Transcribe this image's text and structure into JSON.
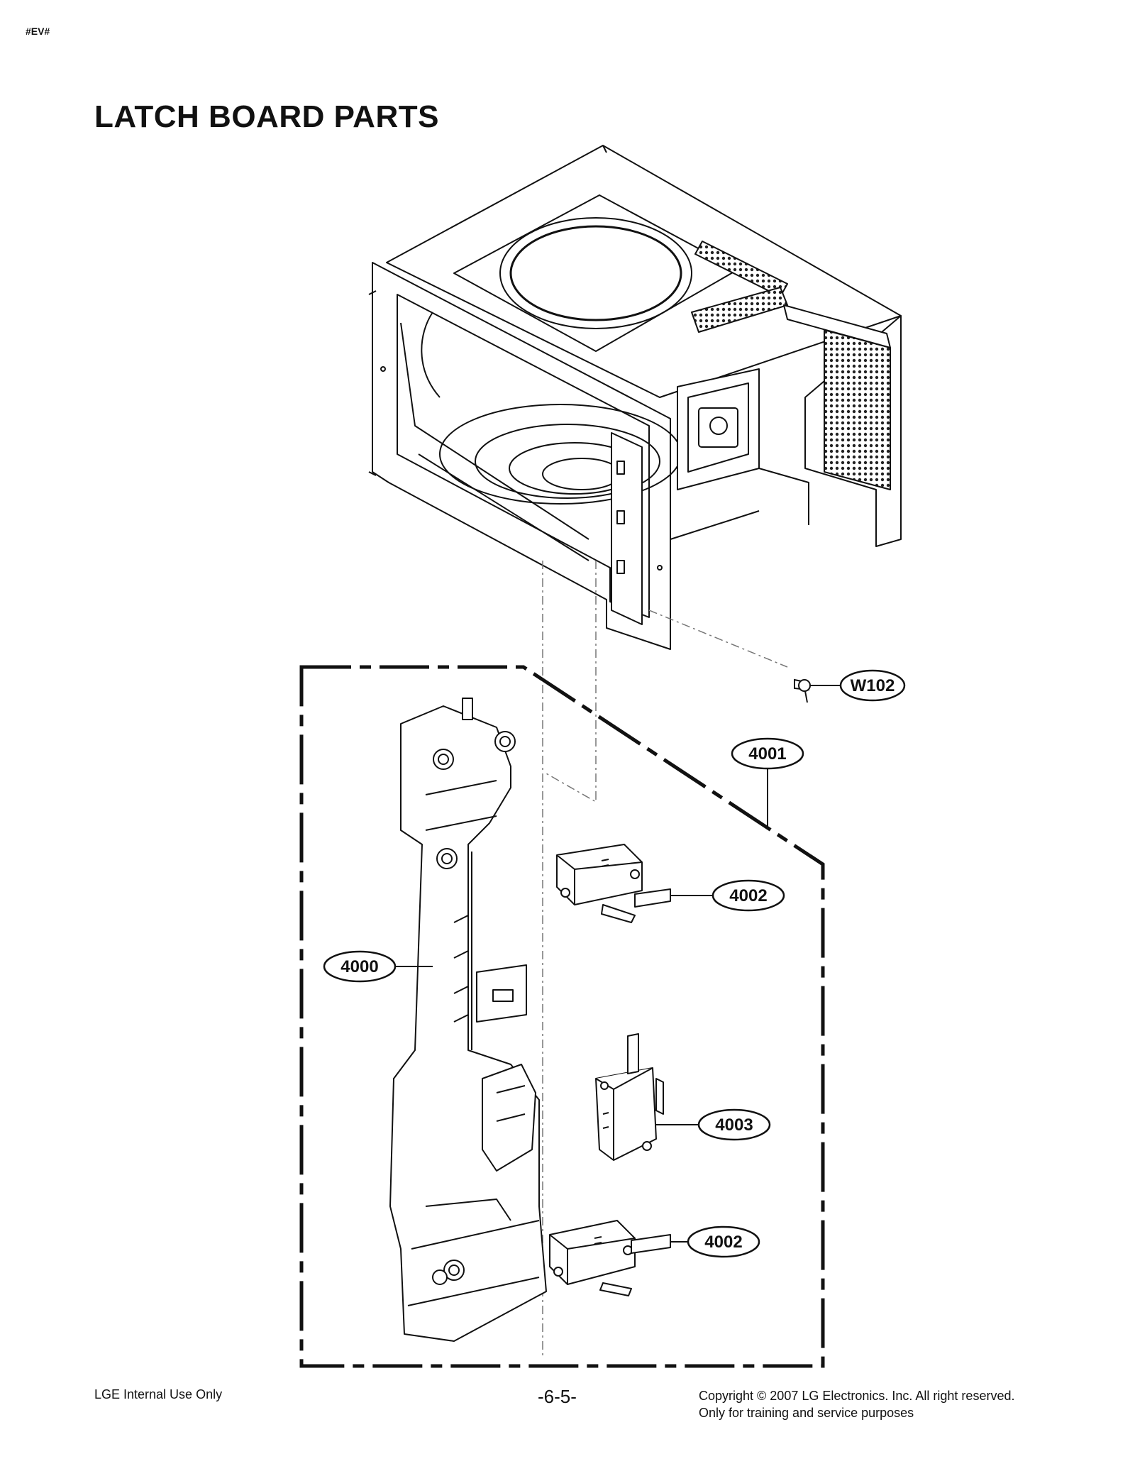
{
  "header": {
    "doc_code": "#EV#",
    "title": "LATCH BOARD PARTS"
  },
  "callouts": {
    "w102": "W102",
    "p4001": "4001",
    "p4002_top": "4002",
    "p4000": "4000",
    "p4003": "4003",
    "p4002_bottom": "4002"
  },
  "footer": {
    "left": "LGE Internal Use Only",
    "page": "-6-5-",
    "copyright": "Copyright © 2007 LG Electronics. Inc. All right reserved.",
    "note": "Only for training and service purposes"
  }
}
